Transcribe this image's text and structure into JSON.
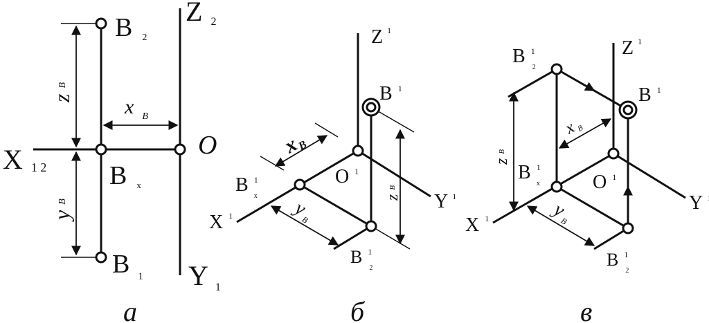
{
  "colors": {
    "line": "#111111",
    "background": "#ffffff"
  },
  "panel_a": {
    "caption": "а",
    "B2": {
      "main": "B",
      "sub": "2"
    },
    "Z2": {
      "main": "Z",
      "sub": "2"
    },
    "zB": {
      "main": "z",
      "sub": "B"
    },
    "xB": {
      "main": "x",
      "sub": "B"
    },
    "X12": {
      "main": "X",
      "sub": "1 2"
    },
    "O": {
      "main": "O"
    },
    "yB": {
      "main": "y",
      "sub": "B"
    },
    "Bx": {
      "main": "B",
      "sub": "x"
    },
    "B1": {
      "main": "B",
      "sub": "1"
    },
    "Y1": {
      "main": "Y",
      "sub": "1"
    }
  },
  "panel_b": {
    "caption": "б",
    "Z1": {
      "main": "Z",
      "sup": "1"
    },
    "B1": {
      "main": "B",
      "sup": "1"
    },
    "xB": {
      "main": "x",
      "sub": "B"
    },
    "O1": {
      "main": "O",
      "sup": "1"
    },
    "Bx1": {
      "main": "B",
      "sup": "1",
      "sub": "x"
    },
    "zB": {
      "main": "z",
      "sub": "B"
    },
    "Y1": {
      "main": "Y",
      "sup": "1"
    },
    "X1": {
      "main": "X",
      "sup": "1"
    },
    "yB": {
      "main": "y",
      "sub": "B"
    },
    "B12": {
      "main": "B",
      "sup": "1",
      "sub": "2"
    }
  },
  "panel_c": {
    "caption": "в",
    "B12": {
      "main": "B",
      "sup": "1",
      "sub": "2"
    },
    "Z1": {
      "main": "Z",
      "sup": "1"
    },
    "B1": {
      "main": "B",
      "sup": "1"
    },
    "xB": {
      "main": "x",
      "sub": "B"
    },
    "zB": {
      "main": "z",
      "sub": "B"
    },
    "O1": {
      "main": "O",
      "sup": "1"
    },
    "Bx1": {
      "main": "B",
      "sup": "1",
      "sub": "x"
    },
    "Y1": {
      "main": "Y",
      "sup": "1"
    },
    "X1": {
      "main": "X",
      "sup": "1"
    },
    "yB": {
      "main": "y",
      "sub": "B"
    },
    "B1b": {
      "main": "B",
      "sup": "1",
      "sub": "2"
    }
  }
}
